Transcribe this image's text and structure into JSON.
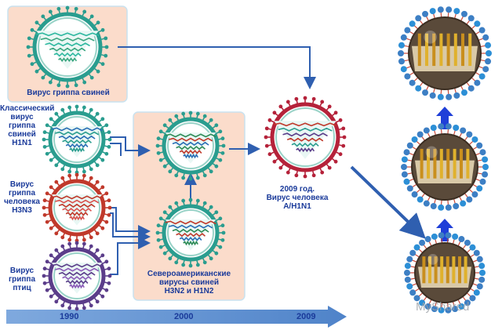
{
  "labels": {
    "swine_flu": "Вирус гриппа свиней",
    "classic_swine": "Классический\nвирус\nгриппа\nсвиней\nH1N1",
    "human_h3n3": "Вирус\nгриппа\nчеловека\nH3N3",
    "avian": "Вирус\nгриппа\nптиц",
    "north_american": "Североамериканские\nвирусы свиней\nH3N2 и H1N2",
    "human_2009": "2009 год.\nВирус человека\nA/H1N1"
  },
  "timeline": [
    "1990",
    "2000",
    "2009"
  ],
  "watermark": "MyShared",
  "colors": {
    "green": "#2e8b57",
    "teal": "#2a9d8f",
    "red": "#c0392b",
    "purple": "#5b3d8a",
    "crimson": "#b5223a",
    "arrow_blue": "#2f5fb0",
    "panel_fill": "#fbdccb",
    "text_blue": "#1a3a9a"
  }
}
